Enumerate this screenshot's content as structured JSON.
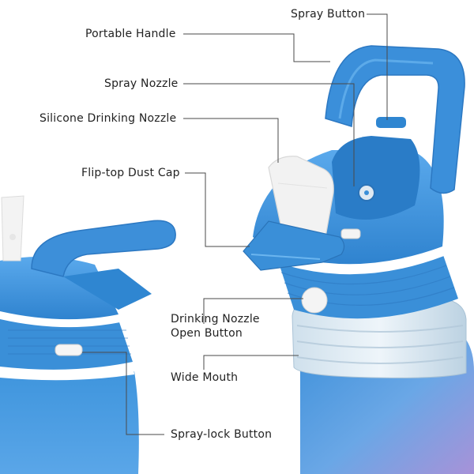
{
  "labels": {
    "spray_button": "Spray Button",
    "portable_handle": "Portable Handle",
    "spray_nozzle": "Spray Nozzle",
    "silicone_drinking_nozzle": "Silicone Drinking Nozzle",
    "flip_top_dust_cap": "Flip-top Dust Cap",
    "drinking_nozzle_open_button_line1": "Drinking Nozzle",
    "drinking_nozzle_open_button_line2": "Open Button",
    "wide_mouth": "Wide Mouth",
    "spray_lock_button": "Spray-lock Button"
  },
  "colors": {
    "body_blue": "#3a8fd8",
    "light_blue": "#6fb6ef",
    "gradient_purple": "#9a8fd6",
    "leader_line": "#4a4a4a",
    "nozzle_white": "#f2f2f2"
  }
}
